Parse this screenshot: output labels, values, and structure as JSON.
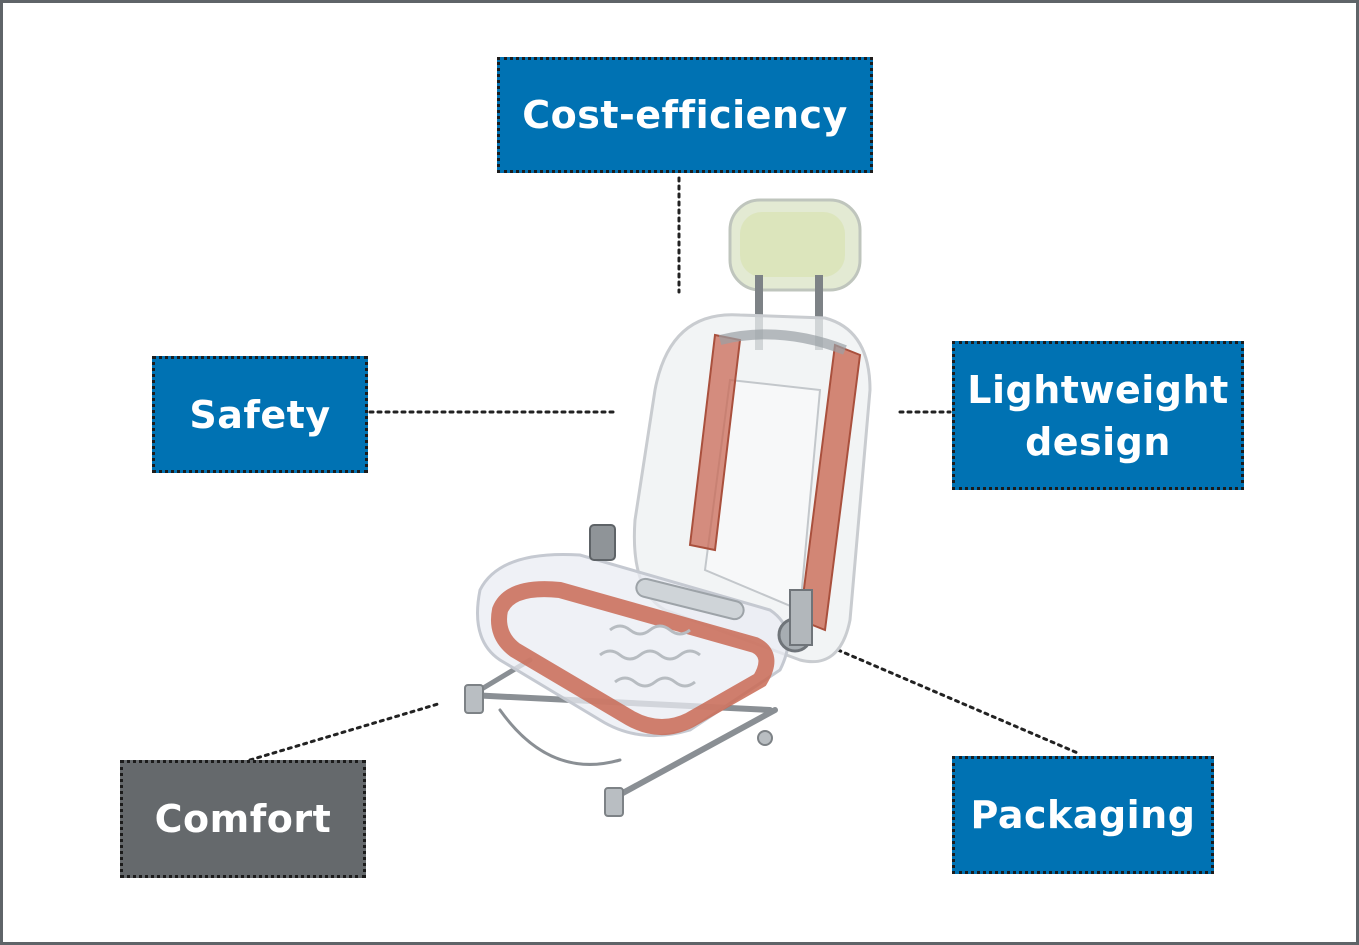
{
  "labels": {
    "cost_efficiency": "Cost-efficiency",
    "safety": "Safety",
    "lightweight_design_line1": "Lightweight",
    "lightweight_design_line2": "design",
    "comfort": "Comfort",
    "packaging": "Packaging"
  },
  "colors": {
    "highlight_box": "#0072b3",
    "selected_box": "#65696c",
    "frame_border": "#5f6468",
    "frame_structure": "#c96a55"
  }
}
